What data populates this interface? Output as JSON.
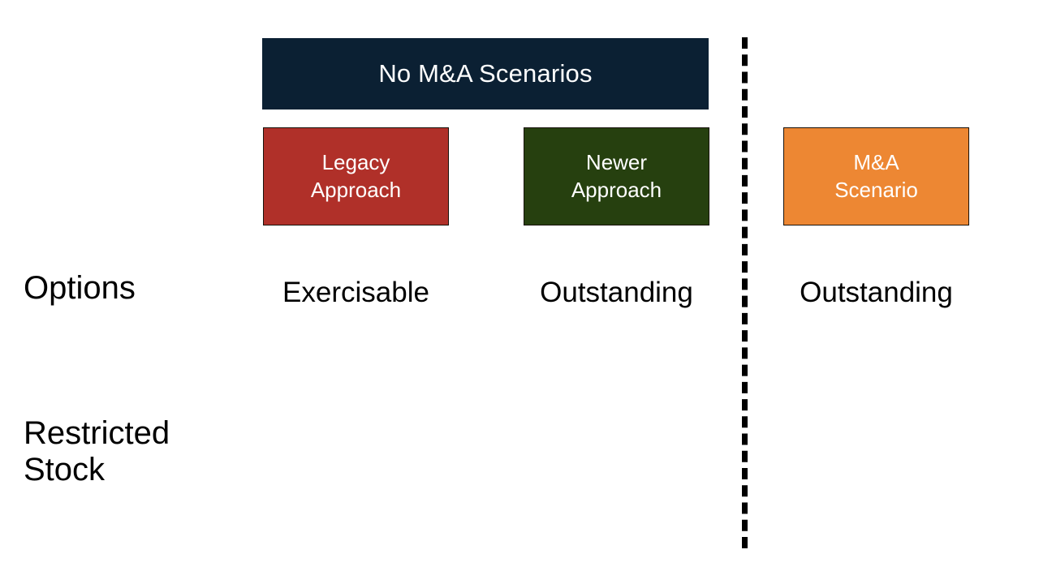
{
  "slide": {
    "background_color": "#FFFFFF",
    "banner": {
      "label": "No M&A Scenarios",
      "background_color": "#0B2033",
      "text_color": "#FFFFFF"
    },
    "divider": {
      "style": "dashed",
      "color": "#000000",
      "orientation": "vertical"
    },
    "columns": [
      {
        "key": "legacy",
        "label": "Legacy\nApproach",
        "background_color": "#B03029",
        "text_color": "#FFFFFF",
        "group": "No M&A Scenarios"
      },
      {
        "key": "newer",
        "label": "Newer\nApproach",
        "background_color": "#26400F",
        "text_color": "#FFFFFF",
        "group": "No M&A Scenarios"
      },
      {
        "key": "mna",
        "label": "M&A\nScenario",
        "background_color": "#ED8733",
        "text_color": "#FFFFFF",
        "group": "M&A"
      }
    ],
    "rows": [
      {
        "key": "options",
        "label": "Options",
        "cells": {
          "legacy": "Exercisable",
          "newer": "Outstanding",
          "mna": "Outstanding"
        }
      },
      {
        "key": "restricted_stock",
        "label": "Restricted\nStock",
        "cells": {
          "legacy": "",
          "newer": "",
          "mna": ""
        }
      }
    ]
  }
}
